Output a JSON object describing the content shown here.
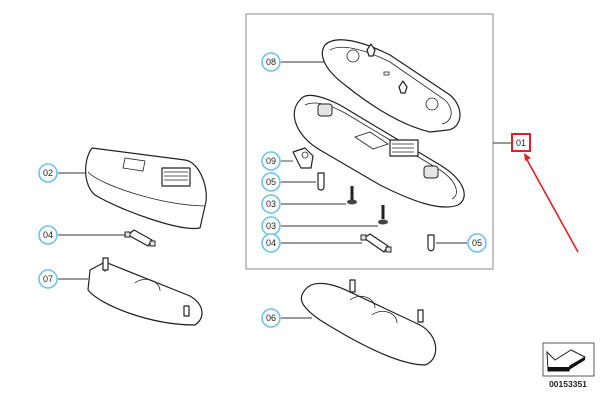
{
  "diagram": {
    "assembly_label": "01",
    "callouts": {
      "c08": "08",
      "c09": "09",
      "c05a": "05",
      "c03a": "03",
      "c03b": "03",
      "c04a": "04",
      "c05b": "05",
      "c02": "02",
      "c04b": "04",
      "c07": "07",
      "c06": "06"
    },
    "diagram_code": "00153351",
    "colors": {
      "callout_ring": "#6cc3ec",
      "highlight": "#e02020"
    }
  }
}
